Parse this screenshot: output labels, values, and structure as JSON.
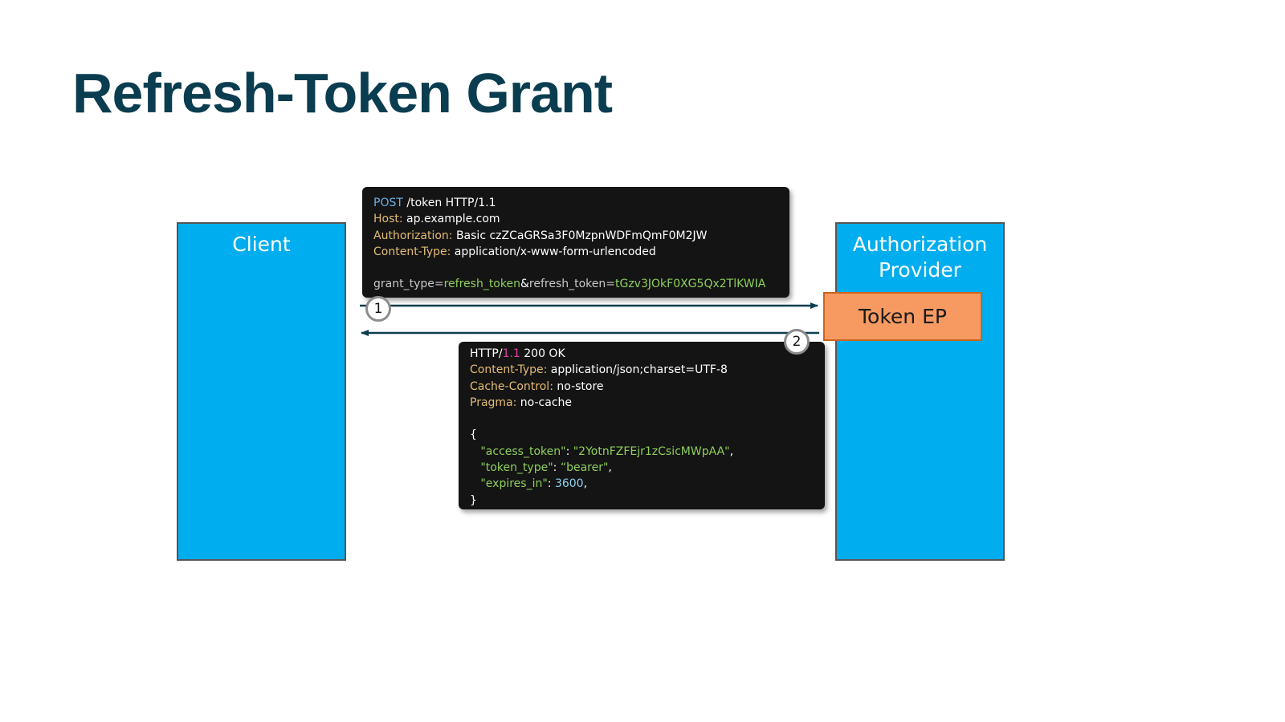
{
  "title": "Refresh-Token Grant",
  "lanes": {
    "client": "Client",
    "authorization_provider_line1": "Authorization",
    "authorization_provider_line2": "Provider",
    "token_ep": "Token EP"
  },
  "steps": {
    "step1": "1",
    "step2": "2"
  },
  "request": {
    "method": "POST",
    "path": " /token HTTP/1.1",
    "host_key": "Host:",
    "host_val": " ap.example.com",
    "auth_key": "Authorization:",
    "auth_val": " Basic czZCaGRSa3F0MzpnWDFmQmF0M2JW",
    "ctype_key": "Content-Type:",
    "ctype_val": " application/x-www-form-urlencoded",
    "body_grant_key": "grant_type=",
    "body_grant_val": "refresh_token",
    "body_amp": "&",
    "body_refresh_key": "refresh_token=",
    "body_refresh_val": "tGzv3JOkF0XG5Qx2TlKWIA"
  },
  "response": {
    "proto_prefix": "HTTP/",
    "proto_version": "1.1",
    "status": " 200 OK",
    "ctype_key": "Content-Type:",
    "ctype_val": " application/json;charset=UTF-8",
    "cache_key": "Cache-Control:",
    "cache_val": " no-store",
    "pragma_key": "Pragma:",
    "pragma_val": " no-cache",
    "open_brace": "{",
    "access_token_key": "   \"access_token\"",
    "access_token_sep": ": ",
    "access_token_val": "\"2YotnFZFEjr1zCsicMWpAA\"",
    "access_token_end": ",",
    "token_type_key": "   \"token_type\"",
    "token_type_sep": ": ",
    "token_type_val": "“bearer\"",
    "token_type_end": ",",
    "expires_key": "   \"expires_in\"",
    "expires_sep": ": ",
    "expires_val": "3600",
    "expires_end": ",",
    "close_brace": "}"
  },
  "colors": {
    "title": "#0a3d4f",
    "lane_fill": "#00adef",
    "token_ep_fill": "#f79a62",
    "code_bg": "#141414",
    "code_key": "#e4bc74",
    "code_green": "#8dd05a",
    "arrow": "#0a3d4f"
  }
}
